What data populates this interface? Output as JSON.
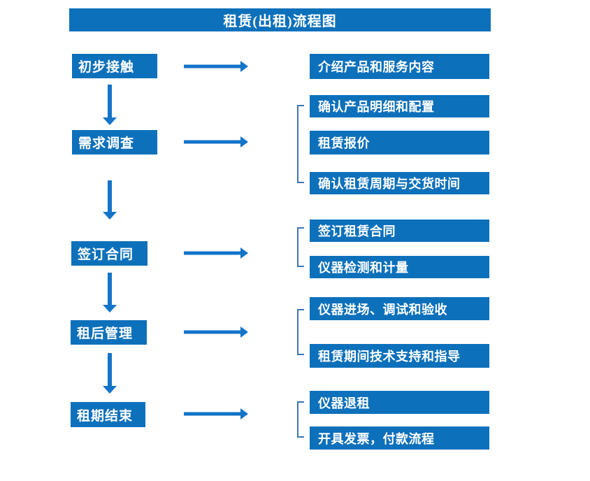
{
  "diagram": {
    "title": "租赁(出租)流程图",
    "type": "flowchart",
    "colors": {
      "box_blue": "#0d70bb",
      "arrow_blue": "#1374c8",
      "bracket_blue": "#3c77b5",
      "text": "#ffffff",
      "background": "#ffffff"
    },
    "steps": [
      {
        "label": "初步接触",
        "outputs": [
          "介绍产品和服务内容"
        ]
      },
      {
        "label": "需求调查",
        "outputs": [
          "确认产品明细和配置",
          "租赁报价",
          "确认租赁周期与交货时间"
        ]
      },
      {
        "label": "签订合同",
        "outputs": [
          "签订租赁合同",
          "仪器检测和计量"
        ]
      },
      {
        "label": "租后管理",
        "outputs": [
          "仪器进场、调试和验收",
          "租赁期间技术支持和指导"
        ]
      },
      {
        "label": "租期结束",
        "outputs": [
          "仪器退租",
          "开具发票，付款流程"
        ]
      }
    ]
  }
}
